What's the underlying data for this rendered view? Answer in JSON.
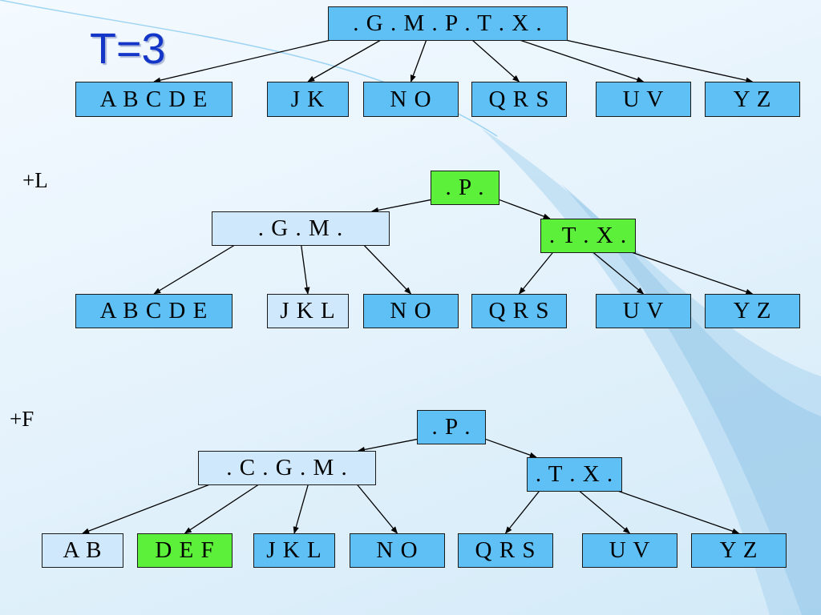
{
  "title": "T=3",
  "colors": {
    "internal_node": "#5fc0f6",
    "light_node": "#cfe8fb",
    "highlight_node": "#5cf03a",
    "title": "#1436c8",
    "edge": "#000000"
  },
  "steps": [
    {
      "label": "",
      "nodes": [
        {
          "id": "n1",
          "text": ". G . M . P . T . X .",
          "style": "blue"
        },
        {
          "id": "n2",
          "text": "A B C D E",
          "style": "blue"
        },
        {
          "id": "n3",
          "text": "J K",
          "style": "blue"
        },
        {
          "id": "n4",
          "text": "N O",
          "style": "blue"
        },
        {
          "id": "n5",
          "text": "Q R S",
          "style": "blue"
        },
        {
          "id": "n6",
          "text": "U V",
          "style": "blue"
        },
        {
          "id": "n7",
          "text": "Y Z",
          "style": "blue"
        }
      ],
      "edges": [
        [
          "n1",
          "n2"
        ],
        [
          "n1",
          "n3"
        ],
        [
          "n1",
          "n4"
        ],
        [
          "n1",
          "n5"
        ],
        [
          "n1",
          "n6"
        ],
        [
          "n1",
          "n7"
        ]
      ]
    },
    {
      "label": "+L",
      "nodes": [
        {
          "id": "m1",
          "text": ". P .",
          "style": "green"
        },
        {
          "id": "m2",
          "text": ". G . M .",
          "style": "light"
        },
        {
          "id": "m3",
          "text": ". T . X .",
          "style": "green"
        },
        {
          "id": "m4",
          "text": "A B C D E",
          "style": "blue"
        },
        {
          "id": "m5",
          "text": "J K L",
          "style": "light"
        },
        {
          "id": "m6",
          "text": "N O",
          "style": "blue"
        },
        {
          "id": "m7",
          "text": "Q R S",
          "style": "blue"
        },
        {
          "id": "m8",
          "text": "U V",
          "style": "blue"
        },
        {
          "id": "m9",
          "text": "Y Z",
          "style": "blue"
        }
      ],
      "edges": [
        [
          "m1",
          "m2"
        ],
        [
          "m1",
          "m3"
        ],
        [
          "m2",
          "m4"
        ],
        [
          "m2",
          "m5"
        ],
        [
          "m2",
          "m6"
        ],
        [
          "m3",
          "m7"
        ],
        [
          "m3",
          "m8"
        ],
        [
          "m3",
          "m9"
        ]
      ]
    },
    {
      "label": "+F",
      "nodes": [
        {
          "id": "p1",
          "text": ". P .",
          "style": "blue"
        },
        {
          "id": "p2",
          "text": ". C . G . M .",
          "style": "light"
        },
        {
          "id": "p3",
          "text": ". T . X .",
          "style": "blue"
        },
        {
          "id": "p4",
          "text": "A B",
          "style": "light"
        },
        {
          "id": "p5",
          "text": "D E F",
          "style": "green"
        },
        {
          "id": "p6",
          "text": "J K L",
          "style": "blue"
        },
        {
          "id": "p7",
          "text": "N O",
          "style": "blue"
        },
        {
          "id": "p8",
          "text": "Q R S",
          "style": "blue"
        },
        {
          "id": "p9",
          "text": "U V",
          "style": "blue"
        },
        {
          "id": "p10",
          "text": "Y Z",
          "style": "blue"
        }
      ],
      "edges": [
        [
          "p1",
          "p2"
        ],
        [
          "p1",
          "p3"
        ],
        [
          "p2",
          "p4"
        ],
        [
          "p2",
          "p5"
        ],
        [
          "p2",
          "p6"
        ],
        [
          "p2",
          "p7"
        ],
        [
          "p3",
          "p8"
        ],
        [
          "p3",
          "p9"
        ],
        [
          "p3",
          "p10"
        ]
      ]
    }
  ]
}
